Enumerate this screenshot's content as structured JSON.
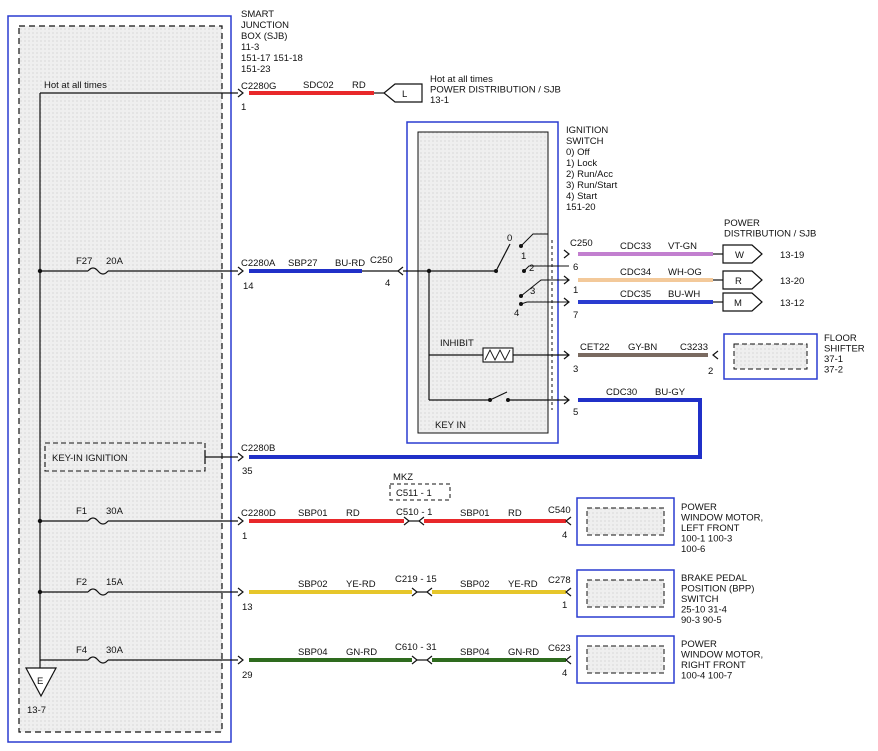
{
  "sjb": {
    "title_lines": [
      "SMART",
      "JUNCTION",
      "BOX (SJB)",
      "11-3",
      "151-17   151-18",
      "151-23"
    ],
    "hot_label": "Hot at all times",
    "ground_ref": "13-7",
    "ground_letter": "E"
  },
  "fuses": [
    {
      "name": "F27",
      "amps": "20A"
    },
    {
      "name": "F1",
      "amps": "30A"
    },
    {
      "name": "F2",
      "amps": "15A"
    },
    {
      "name": "F4",
      "amps": "30A"
    }
  ],
  "key_in_ignition": "KEY-IN IGNITION",
  "connectors": {
    "c2280g": "C2280G",
    "c2280g_pin": "1",
    "c2280a": "C2280A",
    "c2280a_pin": "14",
    "c2280b": "C2280B",
    "c2280b_pin": "35",
    "c2280d": "C2280D",
    "c2280d_pin": "1",
    "f2_pin": "13",
    "f4_pin": "29",
    "c250": "C250",
    "c250_in_pin": "4",
    "c250_out": "C250",
    "c250_pins": [
      "6",
      "1",
      "7",
      "3",
      "5"
    ],
    "c3233": "C3233",
    "c3233_pin": "2",
    "mkz": "MKZ",
    "c511": "C511 - 1",
    "c510": "C510 - 1",
    "c540": "C540",
    "c540_pin": "4",
    "c219": "C219 - 15",
    "c278": "C278",
    "c278_pin": "1",
    "c610": "C610 - 31",
    "c623": "C623",
    "c623_pin": "4"
  },
  "wires": {
    "sdc02": {
      "circuit": "SDC02",
      "color_code": "RD",
      "color": "#e8282a"
    },
    "sbp27": {
      "circuit": "SBP27",
      "color_code": "BU-RD",
      "color": "#2030c8"
    },
    "cdc33": {
      "circuit": "CDC33",
      "color_code": "VT-GN",
      "color": "#c27fcf"
    },
    "cdc34": {
      "circuit": "CDC34",
      "color_code": "WH-OG",
      "color": "#f3c99a"
    },
    "cdc35": {
      "circuit": "CDC35",
      "color_code": "BU-WH",
      "color": "#2a3cd0"
    },
    "cet22": {
      "circuit": "CET22",
      "color_code": "GY-BN",
      "color": "#7a6a60"
    },
    "cdc30": {
      "circuit": "CDC30",
      "color_code": "BU-GY",
      "color": "#2030c8"
    },
    "sbp01": {
      "circuit": "SBP01",
      "color_code": "RD",
      "color": "#e8282a"
    },
    "sbp02": {
      "circuit": "SBP02",
      "color_code": "YE-RD",
      "color": "#e6c62a"
    },
    "sbp04": {
      "circuit": "SBP04",
      "color_code": "GN-RD",
      "color": "#2e6b1e"
    }
  },
  "power_dist_top": {
    "lines": [
      "Hot at all times",
      "POWER DISTRIBUTION / SJB",
      "13-1"
    ],
    "letter": "L"
  },
  "ignition_switch": {
    "title_lines": [
      "IGNITION",
      "SWITCH",
      "0) Off",
      "1) Lock",
      "2) Run/Acc",
      "3) Run/Start",
      "4) Start",
      "151-20"
    ],
    "positions": [
      "0",
      "1",
      "2",
      "3",
      "4"
    ],
    "inhibit": "INHIBIT",
    "key_in": "KEY IN"
  },
  "power_dist_right": {
    "title_lines": [
      "POWER",
      "DISTRIBUTION / SJB"
    ],
    "outputs": [
      {
        "letter": "W",
        "ref": "13-19"
      },
      {
        "letter": "R",
        "ref": "13-20"
      },
      {
        "letter": "M",
        "ref": "13-12"
      }
    ]
  },
  "components": {
    "floor_shifter": [
      "FLOOR",
      "SHIFTER",
      "37-1",
      "37-2"
    ],
    "pwm_left": [
      "POWER",
      "WINDOW MOTOR,",
      "LEFT FRONT",
      "100-1   100-3",
      "100-6"
    ],
    "bpp": [
      "BRAKE PEDAL",
      "POSITION (BPP)",
      "SWITCH",
      "25-10   31-4",
      "90-3     90-5"
    ],
    "pwm_right": [
      "POWER",
      "WINDOW MOTOR,",
      "RIGHT FRONT",
      "100-4   100-7"
    ]
  }
}
